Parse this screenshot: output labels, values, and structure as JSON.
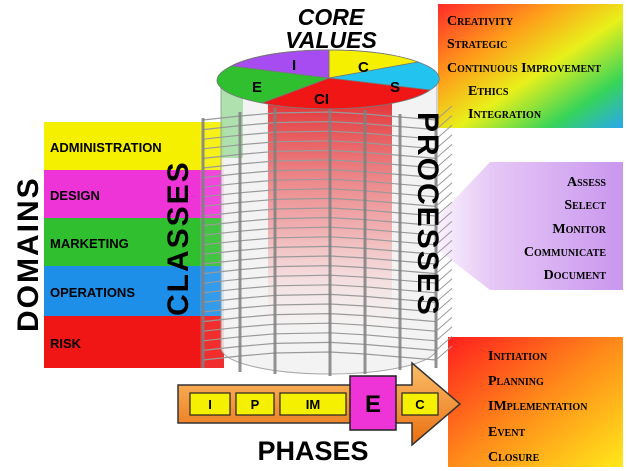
{
  "core_values": {
    "title_line1": "CORE",
    "title_line2": "VALUES",
    "segments": [
      "C",
      "S",
      "CI",
      "E",
      "I"
    ],
    "list": [
      "Creativity",
      "Strategic",
      "Continuous Improvement",
      "Ethics",
      "Integration"
    ]
  },
  "domains": {
    "title": "DOMAINS",
    "items": [
      {
        "label": "ADMINISTRATION",
        "color": "#f5f000"
      },
      {
        "label": "DESIGN",
        "color": "#ee34d6"
      },
      {
        "label": "MARKETING",
        "color": "#2fbf2f"
      },
      {
        "label": "OPERATIONS",
        "color": "#1e8fe8"
      },
      {
        "label": "RISK",
        "color": "#f01616"
      }
    ]
  },
  "classes": {
    "title": "CLASSES"
  },
  "processes": {
    "title": "PROCESSES",
    "items": [
      "Assess",
      "Select",
      "Monitor",
      "Communicate",
      "Document"
    ]
  },
  "phases": {
    "title": "PHASES",
    "boxes": [
      "I",
      "P",
      "IM",
      "E",
      "C"
    ],
    "items": [
      "Initiation",
      "Planning",
      "IMplementation",
      "Event",
      "Closure"
    ]
  },
  "colors": {
    "yellow": "#f5f000",
    "magenta": "#ee34d6",
    "green": "#2fbf2f",
    "blue": "#1e8fe8",
    "red": "#f01616",
    "cyan": "#22c4ef",
    "purple": "#a64cf0",
    "arrow_orange": "#f08a1c",
    "process_lavender": "#d7a6f2"
  }
}
